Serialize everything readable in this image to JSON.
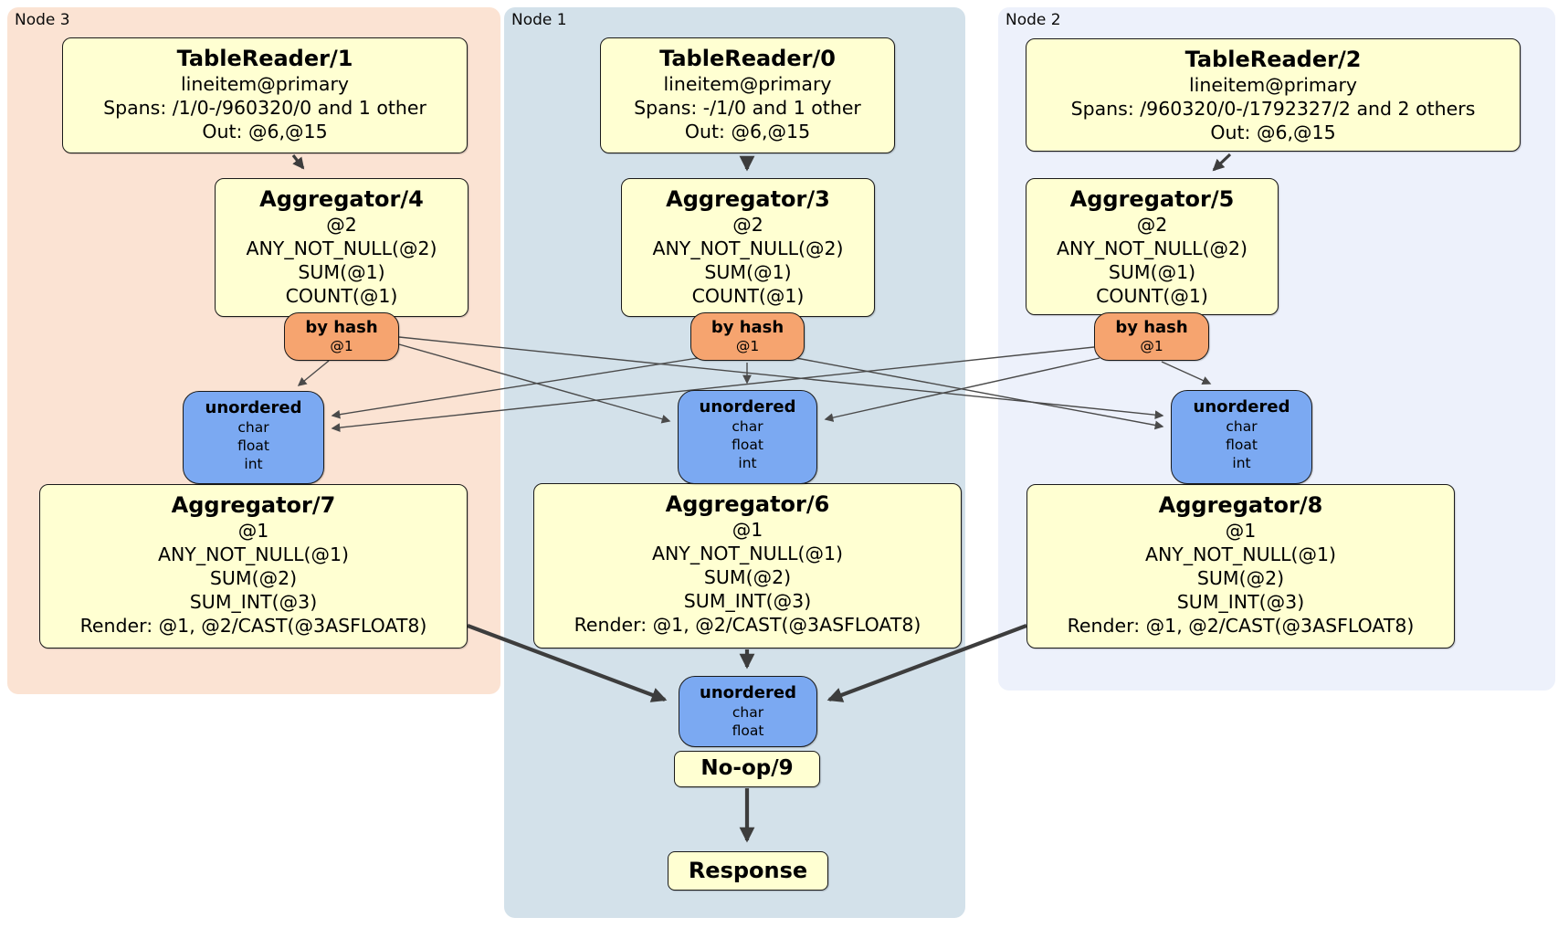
{
  "node_groups": {
    "node3": {
      "label": "Node 3"
    },
    "node1": {
      "label": "Node 1"
    },
    "node2": {
      "label": "Node 2"
    }
  },
  "processors": {
    "tr1": {
      "title": "TableReader/1",
      "lines": [
        "lineitem@primary",
        "Spans: /1/0-/960320/0 and 1 other",
        "Out: @6,@15"
      ]
    },
    "tr0": {
      "title": "TableReader/0",
      "lines": [
        "lineitem@primary",
        "Spans: -/1/0 and 1 other",
        "Out: @6,@15"
      ]
    },
    "tr2": {
      "title": "TableReader/2",
      "lines": [
        "lineitem@primary",
        "Spans: /960320/0-/1792327/2 and 2 others",
        "Out: @6,@15"
      ]
    },
    "agg4": {
      "title": "Aggregator/4",
      "lines": [
        "@2",
        "ANY_NOT_NULL(@2)",
        "SUM(@1)",
        "COUNT(@1)"
      ]
    },
    "agg3": {
      "title": "Aggregator/3",
      "lines": [
        "@2",
        "ANY_NOT_NULL(@2)",
        "SUM(@1)",
        "COUNT(@1)"
      ]
    },
    "agg5": {
      "title": "Aggregator/5",
      "lines": [
        "@2",
        "ANY_NOT_NULL(@2)",
        "SUM(@1)",
        "COUNT(@1)"
      ]
    },
    "agg7": {
      "title": "Aggregator/7",
      "lines": [
        "@1",
        "ANY_NOT_NULL(@1)",
        "SUM(@2)",
        "SUM_INT(@3)",
        "Render: @1, @2/CAST(@3ASFLOAT8)"
      ]
    },
    "agg6": {
      "title": "Aggregator/6",
      "lines": [
        "@1",
        "ANY_NOT_NULL(@1)",
        "SUM(@2)",
        "SUM_INT(@3)",
        "Render: @1, @2/CAST(@3ASFLOAT8)"
      ]
    },
    "agg8": {
      "title": "Aggregator/8",
      "lines": [
        "@1",
        "ANY_NOT_NULL(@1)",
        "SUM(@2)",
        "SUM_INT(@3)",
        "Render: @1, @2/CAST(@3ASFLOAT8)"
      ]
    },
    "noop": {
      "title": "No-op/9"
    },
    "response": {
      "title": "Response"
    }
  },
  "routers": {
    "hashL": {
      "title": "by hash",
      "lines": [
        "@1"
      ]
    },
    "hashC": {
      "title": "by hash",
      "lines": [
        "@1"
      ]
    },
    "hashR": {
      "title": "by hash",
      "lines": [
        "@1"
      ]
    }
  },
  "syncs": {
    "syncL": {
      "title": "unordered",
      "lines": [
        "char",
        "float",
        "int"
      ]
    },
    "syncC": {
      "title": "unordered",
      "lines": [
        "char",
        "float",
        "int"
      ]
    },
    "syncR": {
      "title": "unordered",
      "lines": [
        "char",
        "float",
        "int"
      ]
    },
    "syncF": {
      "title": "unordered",
      "lines": [
        "char",
        "float"
      ]
    }
  },
  "colors": {
    "canvas_bg": "#ffffff",
    "node3_bg": "#fbe3d3",
    "node1_bg": "#d3e1ea",
    "node2_bg": "#edf1fb",
    "processor_fill": "#ffffd2",
    "router_fill": "#f6a46f",
    "sync_fill": "#7ba9f2",
    "box_border": "#1a1a1a",
    "edge_color": "#3d3d3d",
    "label_color": "#000000"
  }
}
